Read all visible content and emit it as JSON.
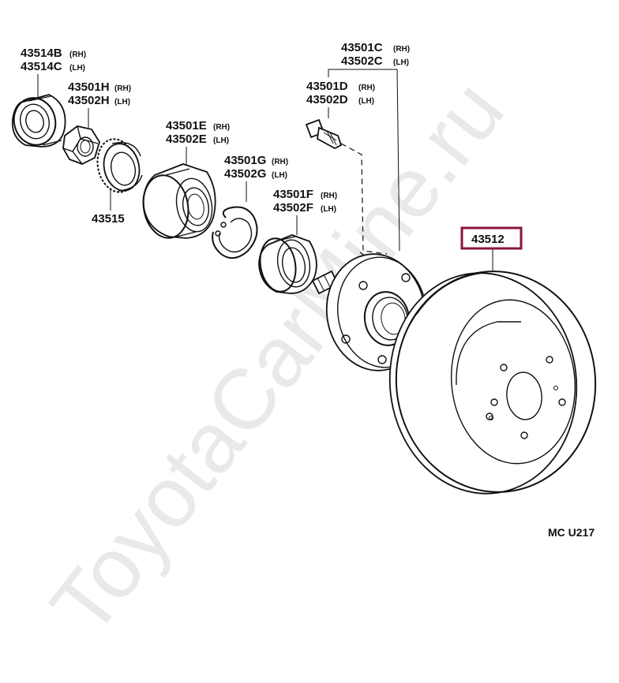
{
  "watermark": "ToyotaCarMine.ru",
  "drawing_code": "MC  U217",
  "parts": {
    "hub_nut_rh": {
      "number": "43514B",
      "side": "(RH)"
    },
    "hub_nut_lh": {
      "number": "43514C",
      "side": "(LH)"
    },
    "nut_rh": {
      "number": "43501H",
      "side": "(RH)"
    },
    "nut_lh": {
      "number": "43502H",
      "side": "(LH)"
    },
    "rotor_sensor": {
      "number": "43515"
    },
    "bearing_rh": {
      "number": "43501E",
      "side": "(RH)"
    },
    "bearing_lh": {
      "number": "43502E",
      "side": "(LH)"
    },
    "snap_ring_rh": {
      "number": "43501G",
      "side": "(RH)"
    },
    "snap_ring_lh": {
      "number": "43502G",
      "side": "(LH)"
    },
    "seal_rh": {
      "number": "43501F",
      "side": "(RH)"
    },
    "seal_lh": {
      "number": "43502F",
      "side": "(LH)"
    },
    "hub_rh": {
      "number": "43501C",
      "side": "(RH)"
    },
    "hub_lh": {
      "number": "43502C",
      "side": "(LH)"
    },
    "bolt_rh": {
      "number": "43501D",
      "side": "(RH)"
    },
    "bolt_lh": {
      "number": "43502D",
      "side": "(LH)"
    },
    "disc": {
      "number": "43512"
    }
  },
  "colors": {
    "highlight": "#8b1538",
    "line": "#111111",
    "watermark": "#e9e9e9"
  }
}
